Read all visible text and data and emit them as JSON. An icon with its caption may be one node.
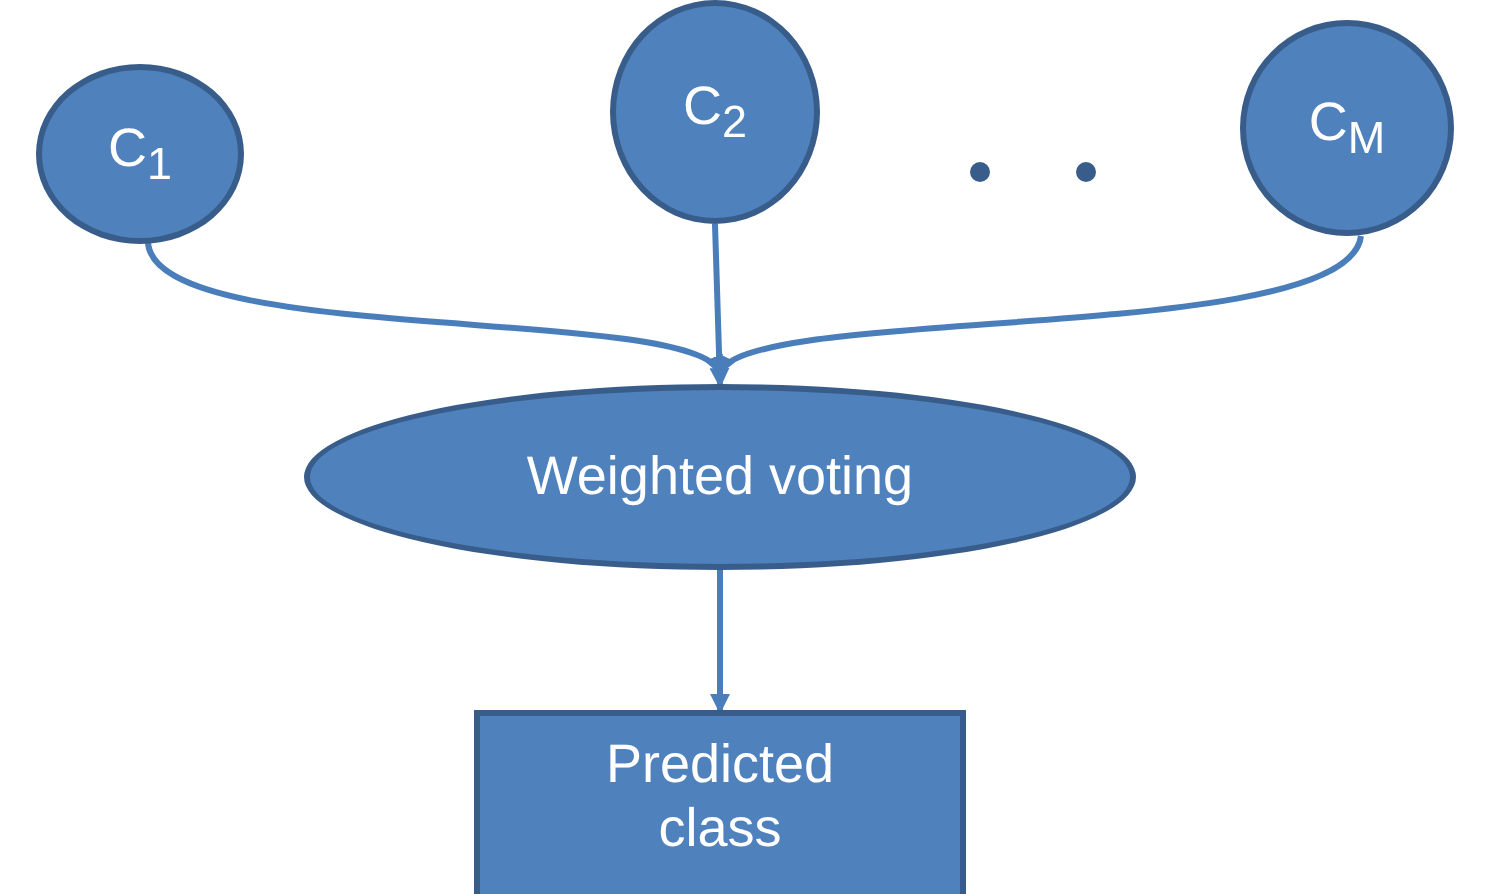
{
  "diagram": {
    "nodes": [
      {
        "text": [
          "C$_{1}$"
        ]
      },
      {
        "text": [
          "C$_{2}$"
        ]
      },
      {
        "text": [
          "C$_{M}$"
        ]
      },
      {
        "text": [
          "Weighted voting"
        ]
      },
      {
        "text": [
          "Predicted class"
        ]
      }
    ],
    "edges": [
      {
        "from": 0,
        "to": 3,
        "arrow": "to"
      },
      {
        "from": 1,
        "to": 3,
        "arrow": "to"
      },
      {
        "from": 2,
        "to": 3,
        "arrow": "to"
      },
      {
        "from": 3,
        "to": 4,
        "arrow": "to"
      }
    ]
  }
}
